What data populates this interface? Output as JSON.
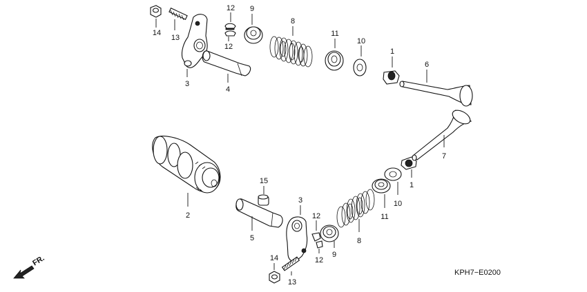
{
  "callouts": {
    "n1a": "1",
    "n1b": "1",
    "n2": "2",
    "n3a": "3",
    "n3b": "3",
    "n4": "4",
    "n5": "5",
    "n6": "6",
    "n7": "7",
    "n8a": "8",
    "n8b": "8",
    "n9a": "9",
    "n9b": "9",
    "n10a": "10",
    "n10b": "10",
    "n11a": "11",
    "n11b": "11",
    "n12a": "12",
    "n12b": "12",
    "n12c": "12",
    "n12d": "12",
    "n13a": "13",
    "n13b": "13",
    "n14a": "14",
    "n14b": "14",
    "n15": "15"
  },
  "reference_code": "KPH7−E0200",
  "front_label": "FR."
}
